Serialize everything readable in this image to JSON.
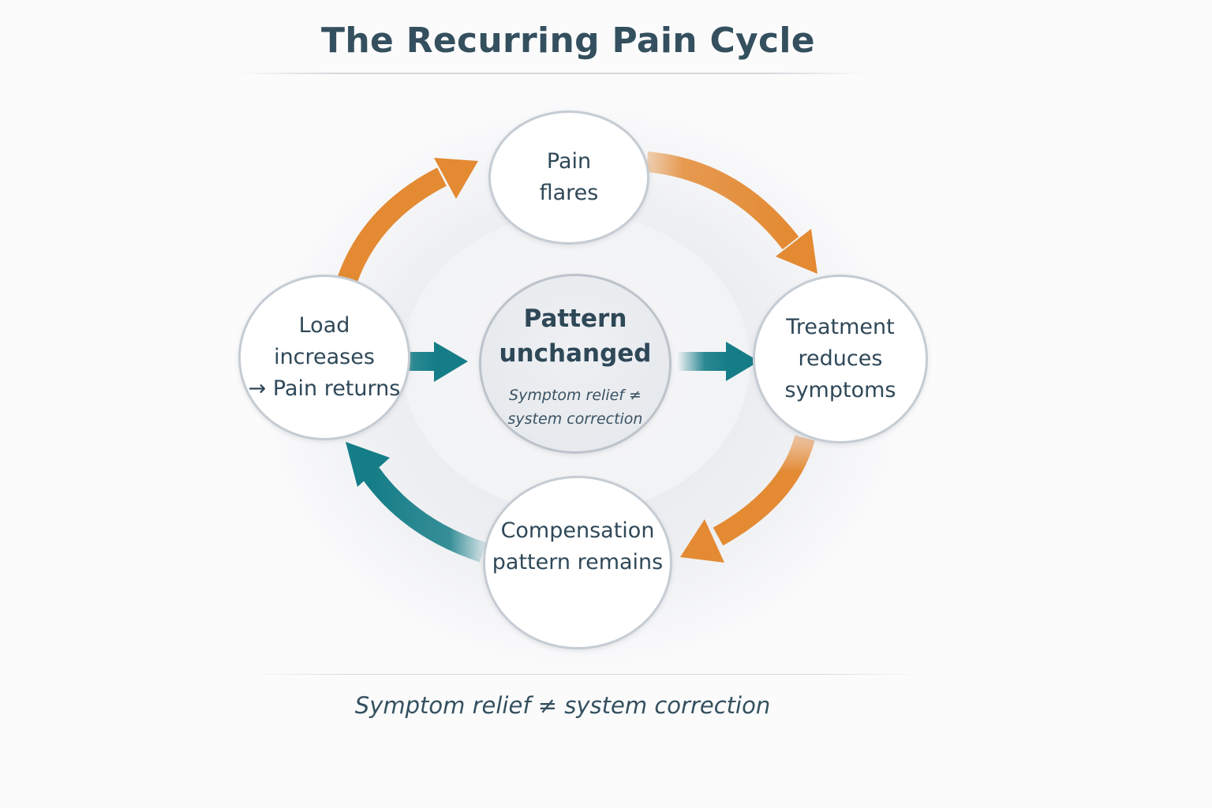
{
  "title": "The Recurring Pain Cycle",
  "colors": {
    "orange": "#e38a33",
    "teal": "#157d87",
    "text": "#2f4858",
    "node_border": "#c5ccd3"
  },
  "nodes": {
    "top": {
      "lines": [
        "Pain",
        "flares"
      ]
    },
    "right": {
      "lines": [
        "Treatment",
        "reduces",
        "symptoms"
      ]
    },
    "bottom": {
      "lines": [
        "Compensation",
        "pattern remains"
      ]
    },
    "left": {
      "lines": [
        "Load",
        "increases",
        "→ Pain returns"
      ]
    },
    "center": {
      "lines": [
        "Pattern",
        "unchanged"
      ],
      "sub_lines": [
        "Symptom relief ≠",
        "system correction"
      ]
    }
  },
  "arrows": [
    {
      "from": "left",
      "to": "top",
      "color": "orange",
      "icon": "curved-arrow"
    },
    {
      "from": "top",
      "to": "right",
      "color": "orange",
      "icon": "curved-arrow"
    },
    {
      "from": "right",
      "to": "bottom",
      "color": "orange",
      "icon": "curved-arrow"
    },
    {
      "from": "bottom",
      "to": "left",
      "color": "teal",
      "icon": "curved-arrow"
    },
    {
      "from": "left",
      "to": "center",
      "color": "teal",
      "icon": "straight-arrow"
    },
    {
      "from": "center",
      "to": "right",
      "color": "teal",
      "icon": "straight-arrow"
    }
  ],
  "tagline": "Symptom relief ≠ system correction"
}
